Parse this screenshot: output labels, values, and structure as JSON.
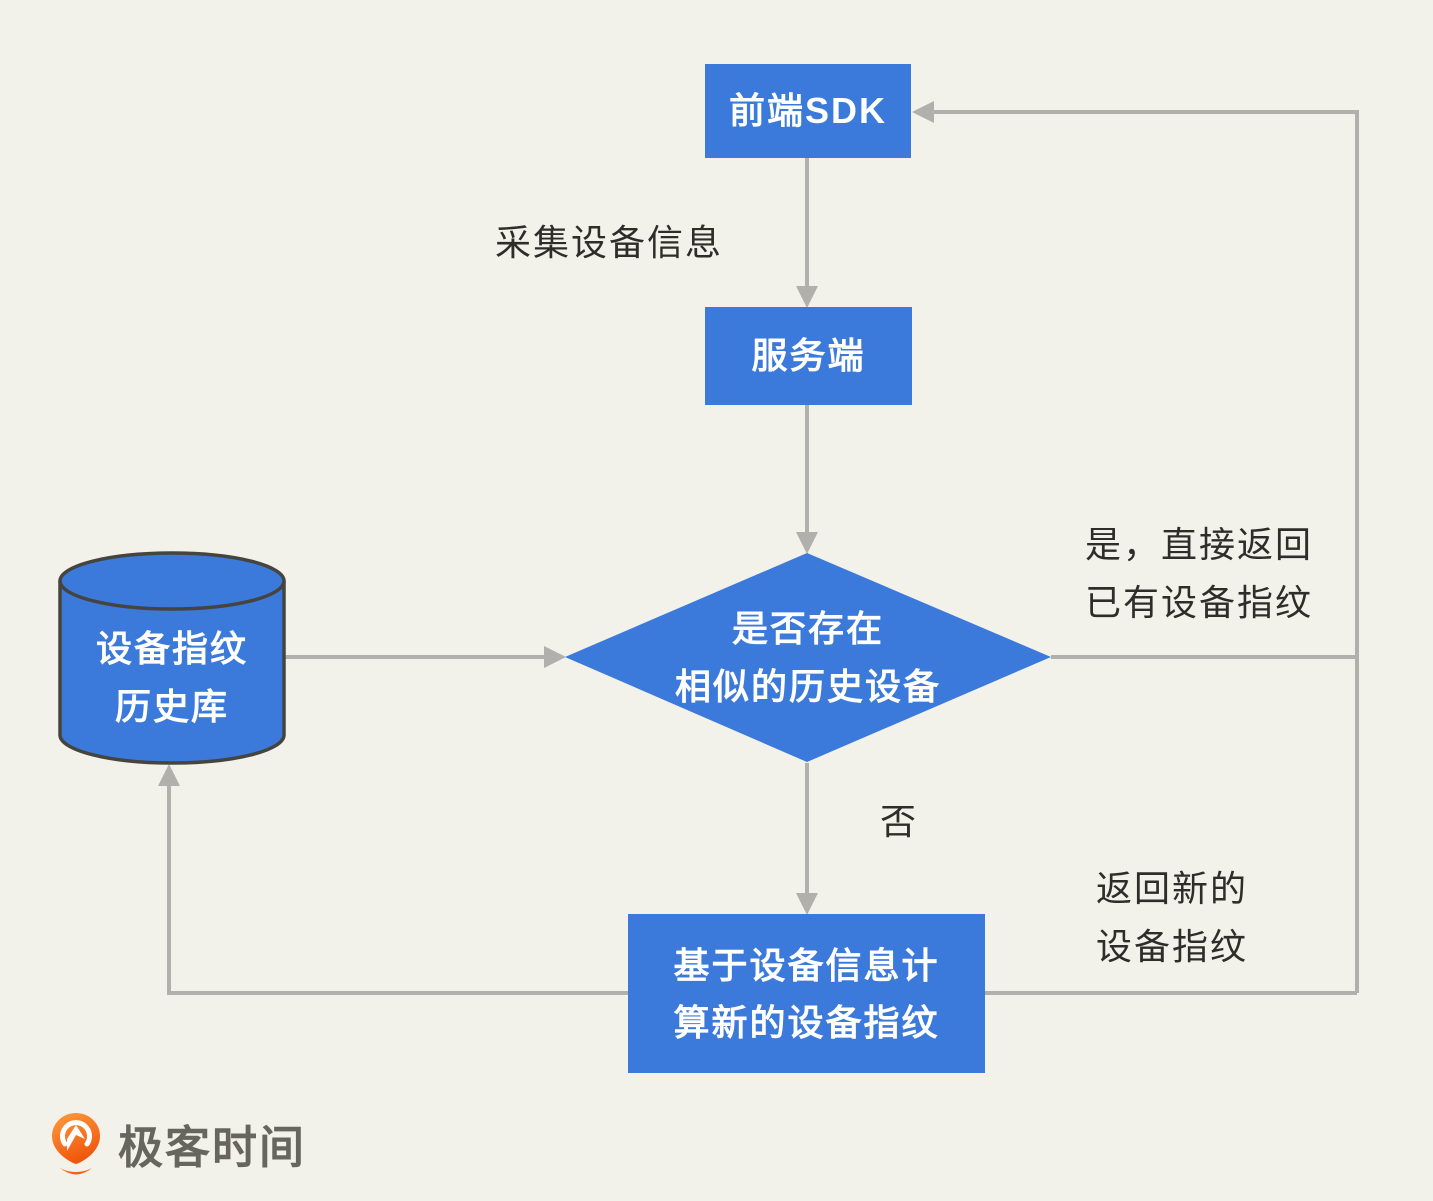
{
  "diagram": {
    "nodes": {
      "frontend_sdk": "前端SDK",
      "server": "服务端",
      "decision": {
        "line1": "是否存在",
        "line2": "相似的历史设备"
      },
      "database": {
        "line1": "设备指纹",
        "line2": "历史库"
      },
      "compute": {
        "line1": "基于设备信息计",
        "line2": "算新的设备指纹"
      }
    },
    "edge_labels": {
      "collect": "采集设备信息",
      "yes": {
        "line1": "是，直接返回",
        "line2": "已有设备指纹"
      },
      "no": "否",
      "return_new": {
        "line1": "返回新的",
        "line2": "设备指纹"
      }
    },
    "colors": {
      "node_fill": "#3b7ada",
      "connector_gray": "#b1b0ad",
      "background": "#f2f1ea",
      "label_text": "#2e2d29",
      "cylinder_stroke": "#45443f",
      "logo_orange_light": "#ff9d3e",
      "logo_orange_dark": "#f0560d",
      "logo_text_gray": "#67665e"
    }
  },
  "footer": {
    "brand": "极客时间"
  }
}
